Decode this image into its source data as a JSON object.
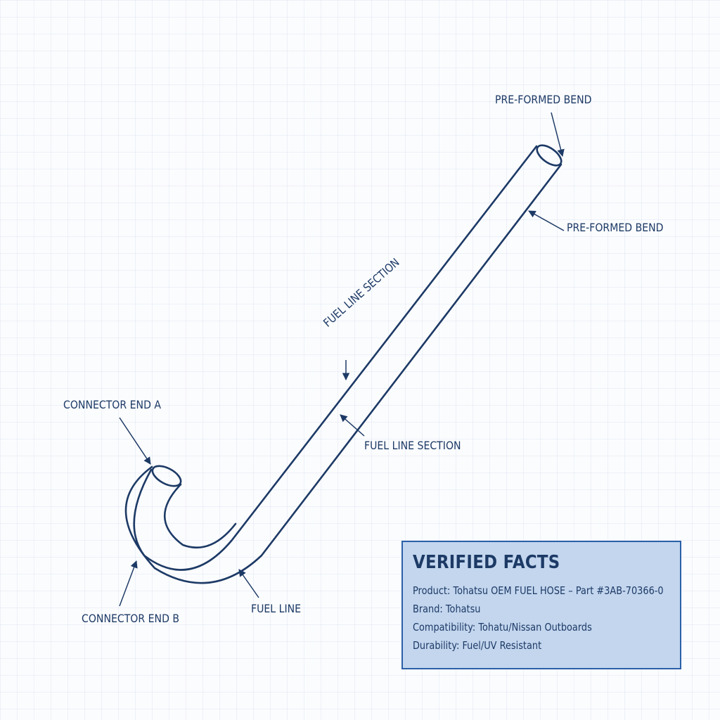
{
  "labels": {
    "preformed_bend_top": "PRE-FORMED BEND",
    "preformed_bend_right": "PRE-FORMED BEND",
    "fuel_line_section_diagonal": "FUEL LINE SECTION",
    "fuel_line_section_lower": "FUEL LINE SECTION",
    "connector_end_a": "CONNECTOR END A",
    "connector_end_b": "CONNECTOR END B",
    "fuel_line": "FUEL LINE"
  },
  "facts": {
    "title": "VERIFIED FACTS",
    "product": "Product: Tohatsu OEM FUEL HOSE – Part #3AB-70366-0",
    "brand": "Brand: Tohatsu",
    "compatibility": "Compatibility: Tohatu/Nissan Outboards",
    "durability": "Durability: Fuel/UV Resistant"
  },
  "colors": {
    "line": "#1d3a66",
    "box_fill": "#c3d6ee",
    "box_border": "#2a60a8"
  }
}
